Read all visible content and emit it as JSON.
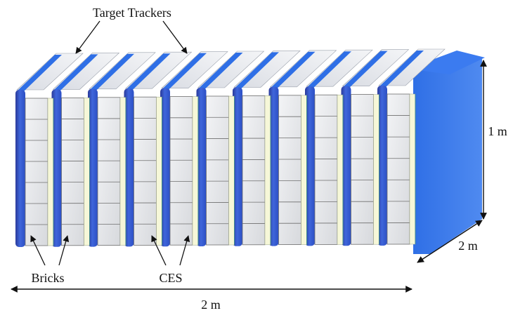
{
  "labels": {
    "target_trackers": "Target Trackers",
    "bricks": "Bricks",
    "ces": "CES",
    "height": "1 m",
    "depth": "2 m",
    "length": "2 m"
  },
  "modules": 11,
  "brick_rows": 7,
  "colors": {
    "tracker_blue": "#2f6fe6",
    "tracker_dark": "#2a3a9a",
    "tracker_light": "#4f8af0",
    "brick_face": "#e9ebee",
    "brick_line": "#6e6e6e",
    "ces_yellow": "#f6f7d8",
    "arrow": "#111111"
  }
}
